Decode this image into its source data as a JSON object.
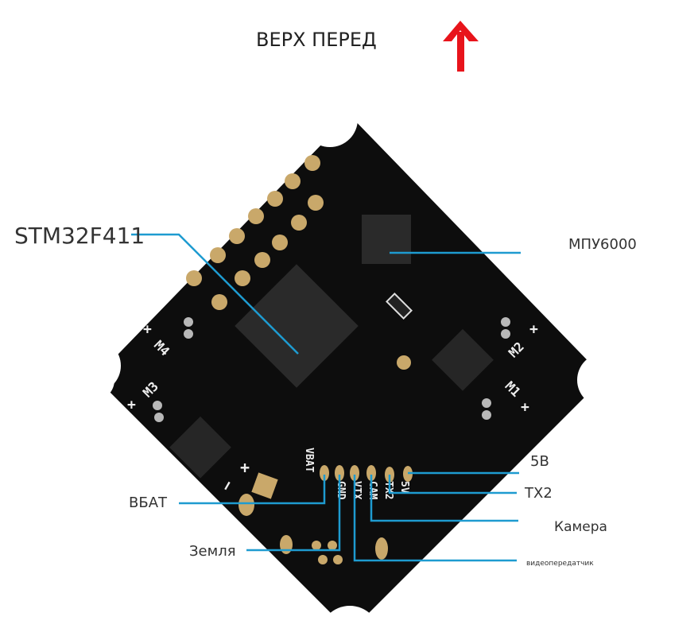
{
  "header": {
    "title": "ВЕРХ ПЕРЕД"
  },
  "callouts": {
    "mcu": "STM32F411",
    "imu": "МПУ6000",
    "v5": "5В",
    "tx2": "TX2",
    "vbat": "ВБАТ",
    "camera": "Камера",
    "ground": "Земля",
    "vtx": "видеопередатчик"
  },
  "silkscreen": {
    "vbat": "VBAT",
    "gnd": "GND",
    "vtx": "VTX",
    "cam": "CAM",
    "tx2": "TX2",
    "v5": "5V",
    "m1": "M1",
    "m2": "M2",
    "m3": "M3",
    "m4": "M4",
    "plus": "+",
    "minus": "−"
  },
  "colors": {
    "callout_line": "#1e9bd0",
    "arrow": "#e8141b",
    "board": "#0d0d0d",
    "pad": "#c9a86a"
  }
}
